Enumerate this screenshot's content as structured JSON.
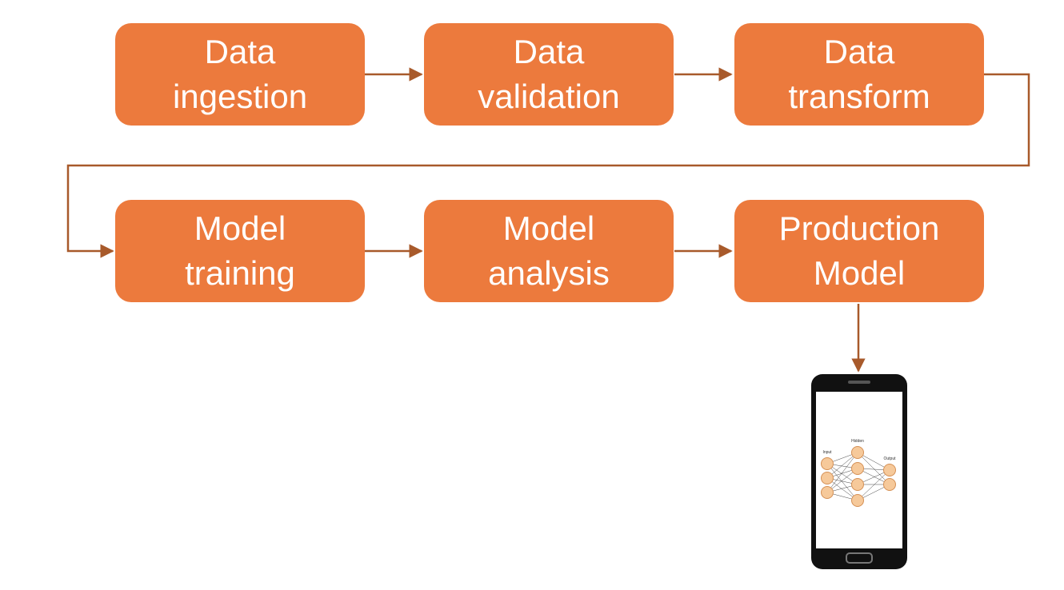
{
  "colors": {
    "stage_fill": "#ec7a3d",
    "stage_text": "#ffffff",
    "connector": "#a85a2b",
    "phone_body": "#111111",
    "node_fill": "#f6c99a",
    "node_stroke": "#d59055"
  },
  "stages": [
    {
      "id": "data-ingestion",
      "label": "Data\ningestion"
    },
    {
      "id": "data-validation",
      "label": "Data\nvalidation"
    },
    {
      "id": "data-transform",
      "label": "Data\ntransform"
    },
    {
      "id": "model-training",
      "label": "Model\ntraining"
    },
    {
      "id": "model-analysis",
      "label": "Model\nanalysis"
    },
    {
      "id": "production-model",
      "label": "Production\nModel"
    }
  ],
  "device": {
    "icon": "smartphone-icon",
    "screen_icon": "neural-network-icon",
    "network_labels": {
      "input": "Input",
      "hidden": "Hidden",
      "output": "Output"
    }
  }
}
